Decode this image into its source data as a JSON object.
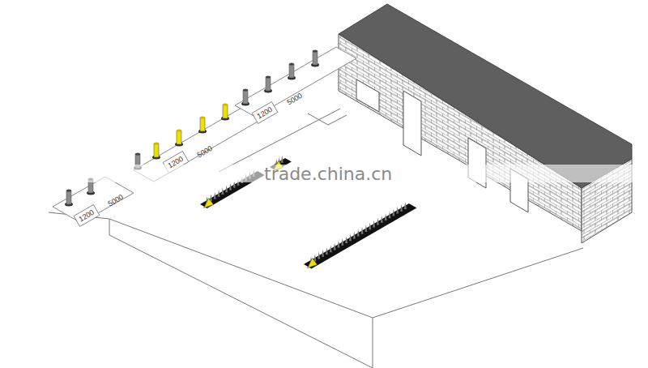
{
  "diagram": {
    "labels": [
      "1200",
      "5000",
      "1200",
      "5000",
      "1200",
      "5000",
      "trade.china.cn"
    ]
  }
}
